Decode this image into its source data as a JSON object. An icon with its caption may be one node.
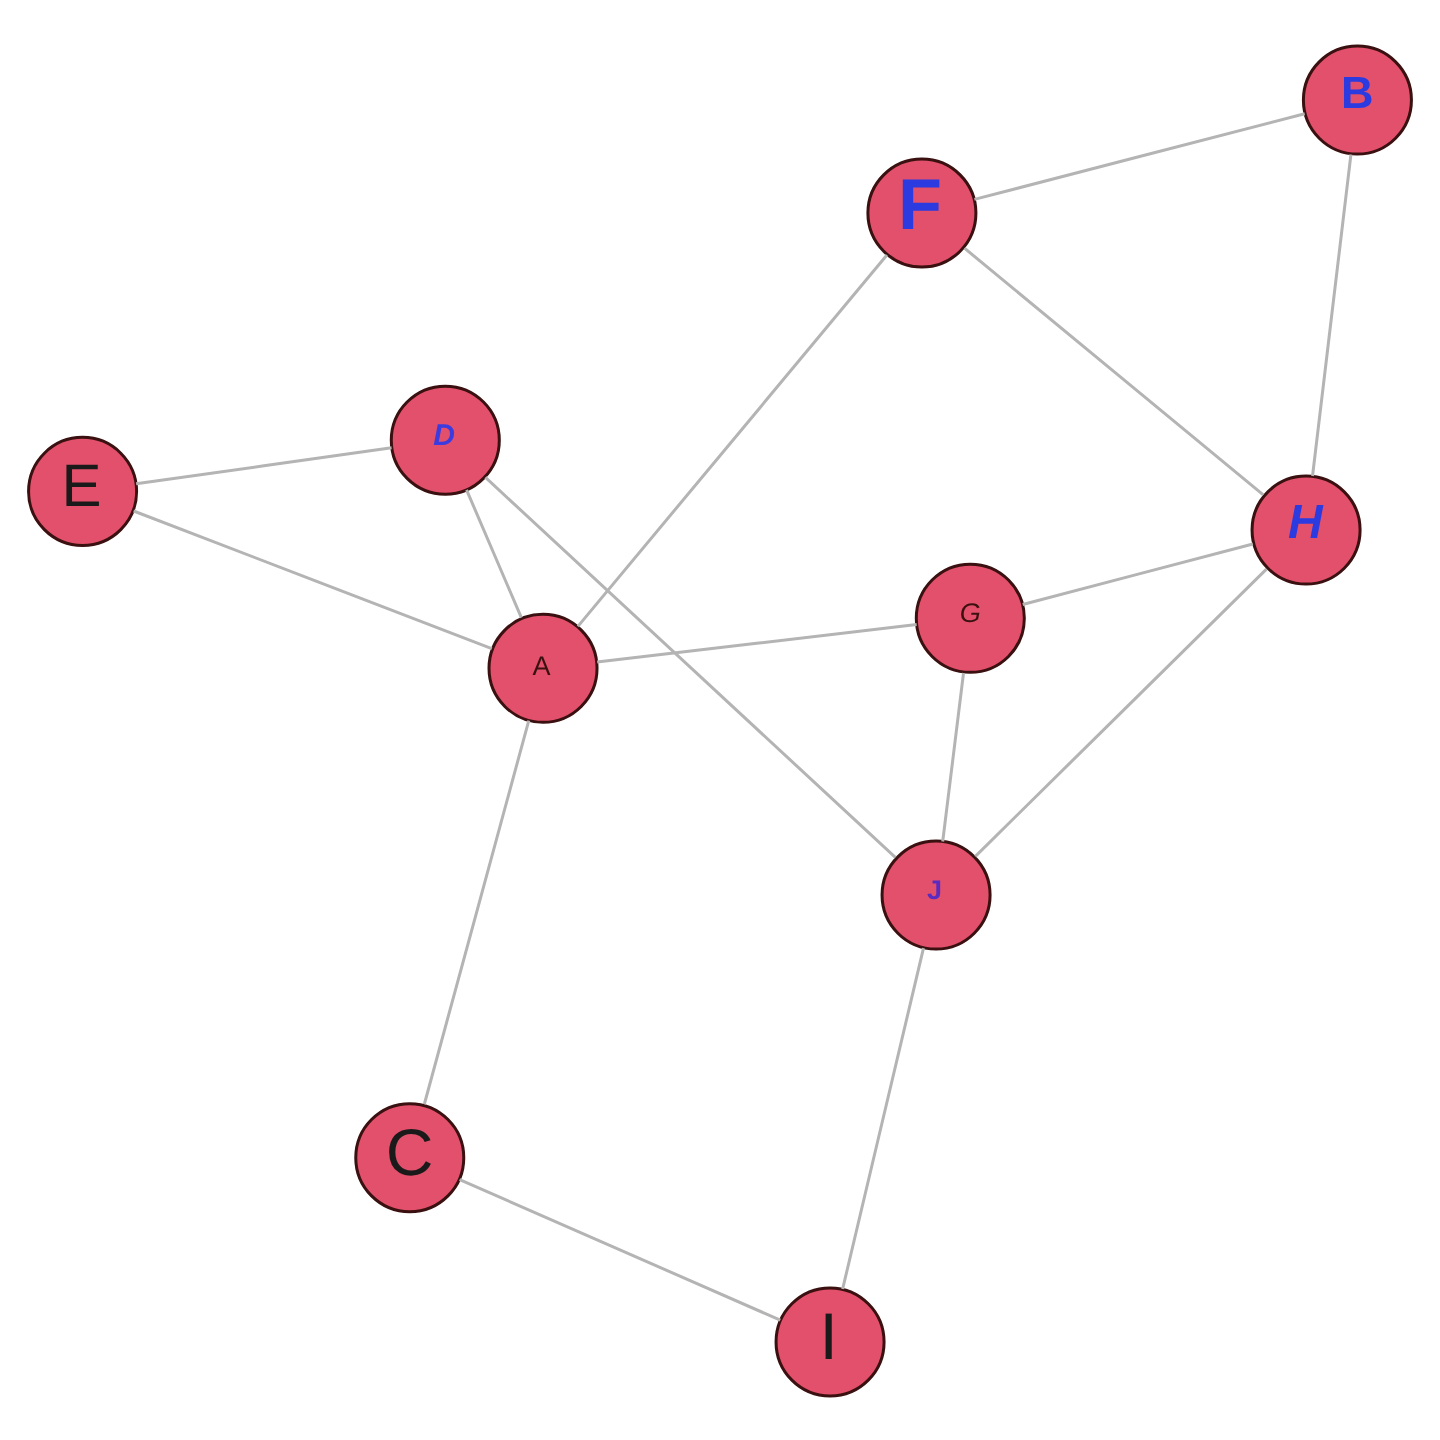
{
  "diagram": {
    "nodes": [
      {
        "text": [
          "E"
        ]
      },
      {
        "text": [
          "F"
        ]
      },
      {
        "text": [
          "A"
        ]
      },
      {
        "text": [
          "D"
        ]
      },
      {
        "text": [
          "B"
        ]
      },
      {
        "text": [
          "G"
        ]
      },
      {
        "text": [
          "C"
        ]
      },
      {
        "text": [
          "H"
        ]
      },
      {
        "text": [
          "J"
        ]
      },
      {
        "text": [
          "I"
        ]
      }
    ],
    "edges": [
      {
        "from": 0,
        "to": 2,
        "arrow": "none"
      },
      {
        "from": 0,
        "to": 3,
        "arrow": "none"
      },
      {
        "from": 1,
        "to": 2,
        "arrow": "none"
      },
      {
        "from": 2,
        "to": 3,
        "arrow": "none"
      },
      {
        "from": 1,
        "to": 4,
        "arrow": "none"
      },
      {
        "from": 1,
        "to": 7,
        "arrow": "none"
      },
      {
        "from": 4,
        "to": 7,
        "arrow": "none"
      },
      {
        "from": 2,
        "to": 5,
        "arrow": "none"
      },
      {
        "from": 2,
        "to": 6,
        "arrow": "none"
      },
      {
        "from": 3,
        "to": 8,
        "arrow": "none"
      },
      {
        "from": 5,
        "to": 7,
        "arrow": "none"
      },
      {
        "from": 5,
        "to": 8,
        "arrow": "none"
      },
      {
        "from": 7,
        "to": 8,
        "arrow": "none"
      },
      {
        "from": 8,
        "to": 9,
        "arrow": "none"
      },
      {
        "from": 6,
        "to": 9,
        "arrow": "none"
      }
    ]
  }
}
